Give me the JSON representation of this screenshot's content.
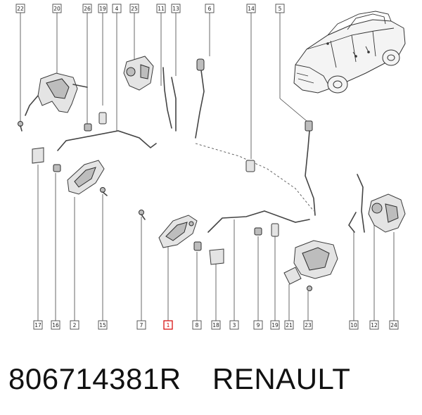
{
  "callouts": {
    "top": [
      "22",
      "20",
      "26",
      "19",
      "4",
      "25",
      "11",
      "13",
      "6",
      "14",
      "5"
    ],
    "bottom": [
      "17",
      "16",
      "2",
      "15",
      "7",
      "1",
      "8",
      "18",
      "3",
      "9",
      "19",
      "21",
      "23",
      "10",
      "12",
      "24"
    ],
    "highlighted": "1"
  },
  "colors": {
    "highlight": "#d40000",
    "line": "#333333"
  },
  "footer": {
    "part_number": "806714381R",
    "brand": "RENAULT"
  }
}
